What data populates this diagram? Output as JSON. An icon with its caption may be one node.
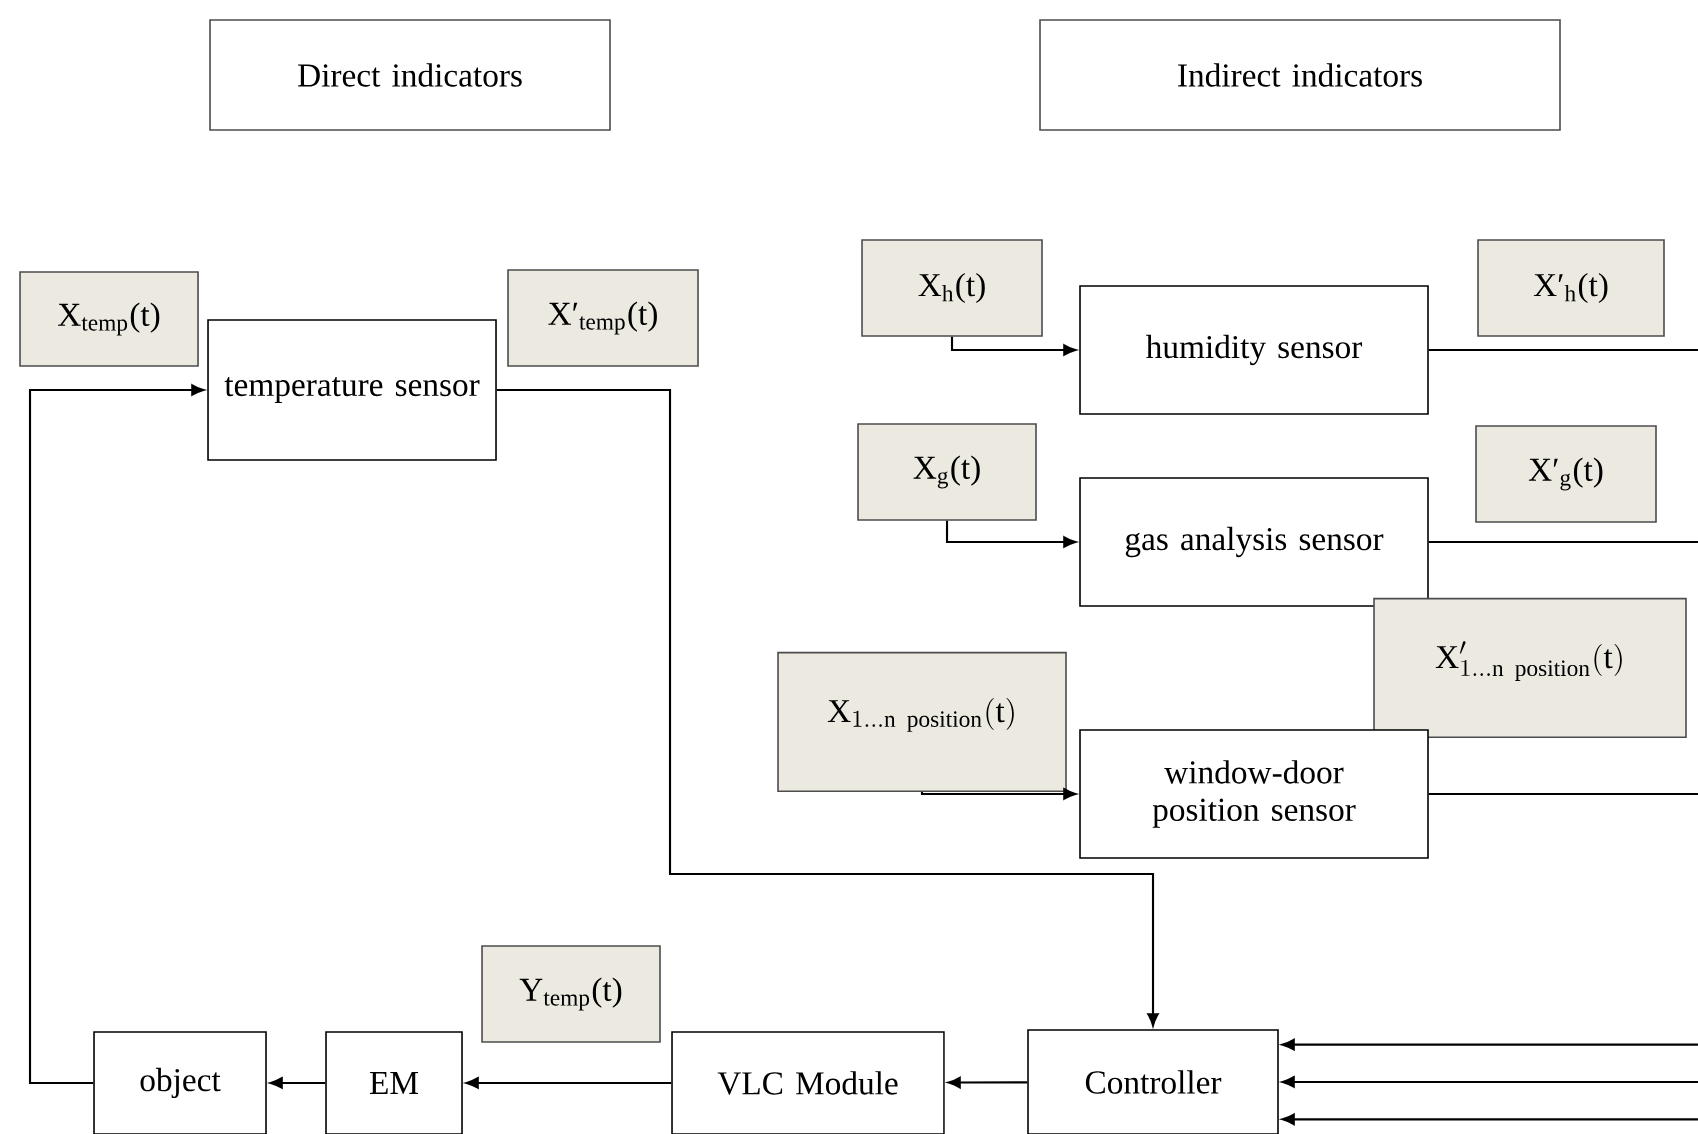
{
  "diagram": {
    "nodes": [
      {
        "text": [
          "Direct indicators"
        ]
      },
      {
        "text": [
          "Indirect indicators"
        ]
      },
      {
        "text": [
          "X$_{temp}$(t)"
        ]
      },
      {
        "text": [
          "temperature sensor"
        ]
      },
      {
        "text": [
          "X′$_{temp}$(t)"
        ]
      },
      {
        "text": [
          "X$_{h}$(t)"
        ]
      },
      {
        "text": [
          "humidity sensor"
        ]
      },
      {
        "text": [
          "X′$_{h}$(t)"
        ]
      },
      {
        "text": [
          "X$_{g}$(t)"
        ]
      },
      {
        "text": [
          "gas analysis sensor"
        ]
      },
      {
        "text": [
          "X′$_{g}$(t)"
        ]
      },
      {
        "text": [
          "$\\mathrm{X}'_{1\\ldots\\mathrm{n}\\ \\mathrm{position}}(\\mathrm{t})$"
        ]
      },
      {
        "text": [
          "$\\mathrm{X}_{1\\ldots\\mathrm{n}\\ \\mathrm{position}}(\\mathrm{t})$"
        ]
      },
      {
        "text": [
          "window-door position sensor"
        ]
      },
      {
        "text": [
          "object"
        ]
      },
      {
        "text": [
          "EM"
        ]
      },
      {
        "text": [
          "Y$_{temp}$(t)"
        ]
      },
      {
        "text": [
          "VLC Module"
        ]
      },
      {
        "text": [
          "Controller"
        ]
      }
    ],
    "edges": [
      {
        "from": 14,
        "to": 3,
        "arrow": "to"
      },
      {
        "from": 3,
        "to": 18,
        "arrow": "to"
      },
      {
        "from": 18,
        "to": 17,
        "arrow": "to"
      },
      {
        "from": 17,
        "to": 15,
        "arrow": "to"
      },
      {
        "from": 15,
        "to": 14,
        "arrow": "to"
      },
      {
        "from": 5,
        "to": 6,
        "arrow": "to"
      },
      {
        "from": 8,
        "to": 9,
        "arrow": "to"
      },
      {
        "from": 12,
        "to": 13,
        "arrow": "to"
      },
      {
        "from": 6,
        "to": null,
        "arrow": "none"
      },
      {
        "from": 9,
        "to": null,
        "arrow": "none"
      },
      {
        "from": 13,
        "to": null,
        "arrow": "none"
      },
      {
        "from": null,
        "to": 18,
        "arrow": "to"
      },
      {
        "from": null,
        "to": 18,
        "arrow": "to"
      },
      {
        "from": null,
        "to": 18,
        "arrow": "to"
      }
    ]
  }
}
